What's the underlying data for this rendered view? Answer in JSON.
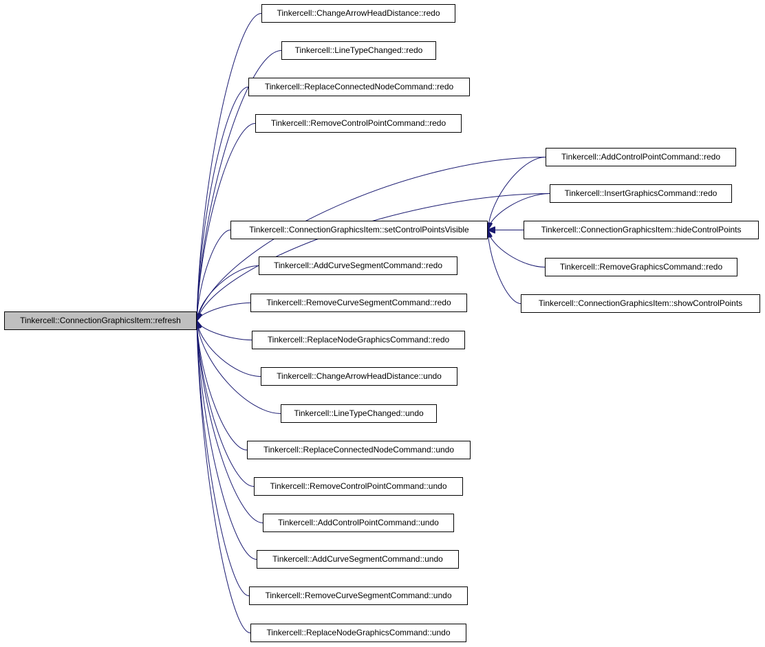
{
  "colors": {
    "edge": "#191970",
    "root_fill": "#bfbfbf",
    "node_fill": "#ffffff",
    "border": "#000000"
  },
  "nodes": {
    "root": "Tinkercell::ConnectionGraphicsItem::refresh",
    "c1": "Tinkercell::ChangeArrowHeadDistance::redo",
    "c2": "Tinkercell::LineTypeChanged::redo",
    "c3": "Tinkercell::ReplaceConnectedNodeCommand::redo",
    "c4": "Tinkercell::RemoveControlPointCommand::redo",
    "c5": "Tinkercell::ConnectionGraphicsItem::setControlPointsVisible",
    "c6": "Tinkercell::AddCurveSegmentCommand::redo",
    "c7": "Tinkercell::RemoveCurveSegmentCommand::redo",
    "c8": "Tinkercell::ReplaceNodeGraphicsCommand::redo",
    "c9": "Tinkercell::ChangeArrowHeadDistance::undo",
    "c10": "Tinkercell::LineTypeChanged::undo",
    "c11": "Tinkercell::ReplaceConnectedNodeCommand::undo",
    "c12": "Tinkercell::RemoveControlPointCommand::undo",
    "c13": "Tinkercell::AddControlPointCommand::undo",
    "c14": "Tinkercell::AddCurveSegmentCommand::undo",
    "c15": "Tinkercell::RemoveCurveSegmentCommand::undo",
    "c16": "Tinkercell::ReplaceNodeGraphicsCommand::undo",
    "g1": "Tinkercell::AddControlPointCommand::redo",
    "g2": "Tinkercell::InsertGraphicsCommand::redo",
    "g3": "Tinkercell::ConnectionGraphicsItem::hideControlPoints",
    "g4": "Tinkercell::RemoveGraphicsCommand::redo",
    "g5": "Tinkercell::ConnectionGraphicsItem::showControlPoints"
  },
  "edges": [
    [
      "c1",
      "root"
    ],
    [
      "c2",
      "root"
    ],
    [
      "c3",
      "root"
    ],
    [
      "c4",
      "root"
    ],
    [
      "g1",
      "root"
    ],
    [
      "g2",
      "root"
    ],
    [
      "c5",
      "root"
    ],
    [
      "c6",
      "root"
    ],
    [
      "c7",
      "root"
    ],
    [
      "c8",
      "root"
    ],
    [
      "c9",
      "root"
    ],
    [
      "c10",
      "root"
    ],
    [
      "c11",
      "root"
    ],
    [
      "c12",
      "root"
    ],
    [
      "c13",
      "root"
    ],
    [
      "c14",
      "root"
    ],
    [
      "c15",
      "root"
    ],
    [
      "c16",
      "root"
    ],
    [
      "g1",
      "c5"
    ],
    [
      "g2",
      "c5"
    ],
    [
      "g3",
      "c5"
    ],
    [
      "g4",
      "c5"
    ],
    [
      "g5",
      "c5"
    ]
  ]
}
